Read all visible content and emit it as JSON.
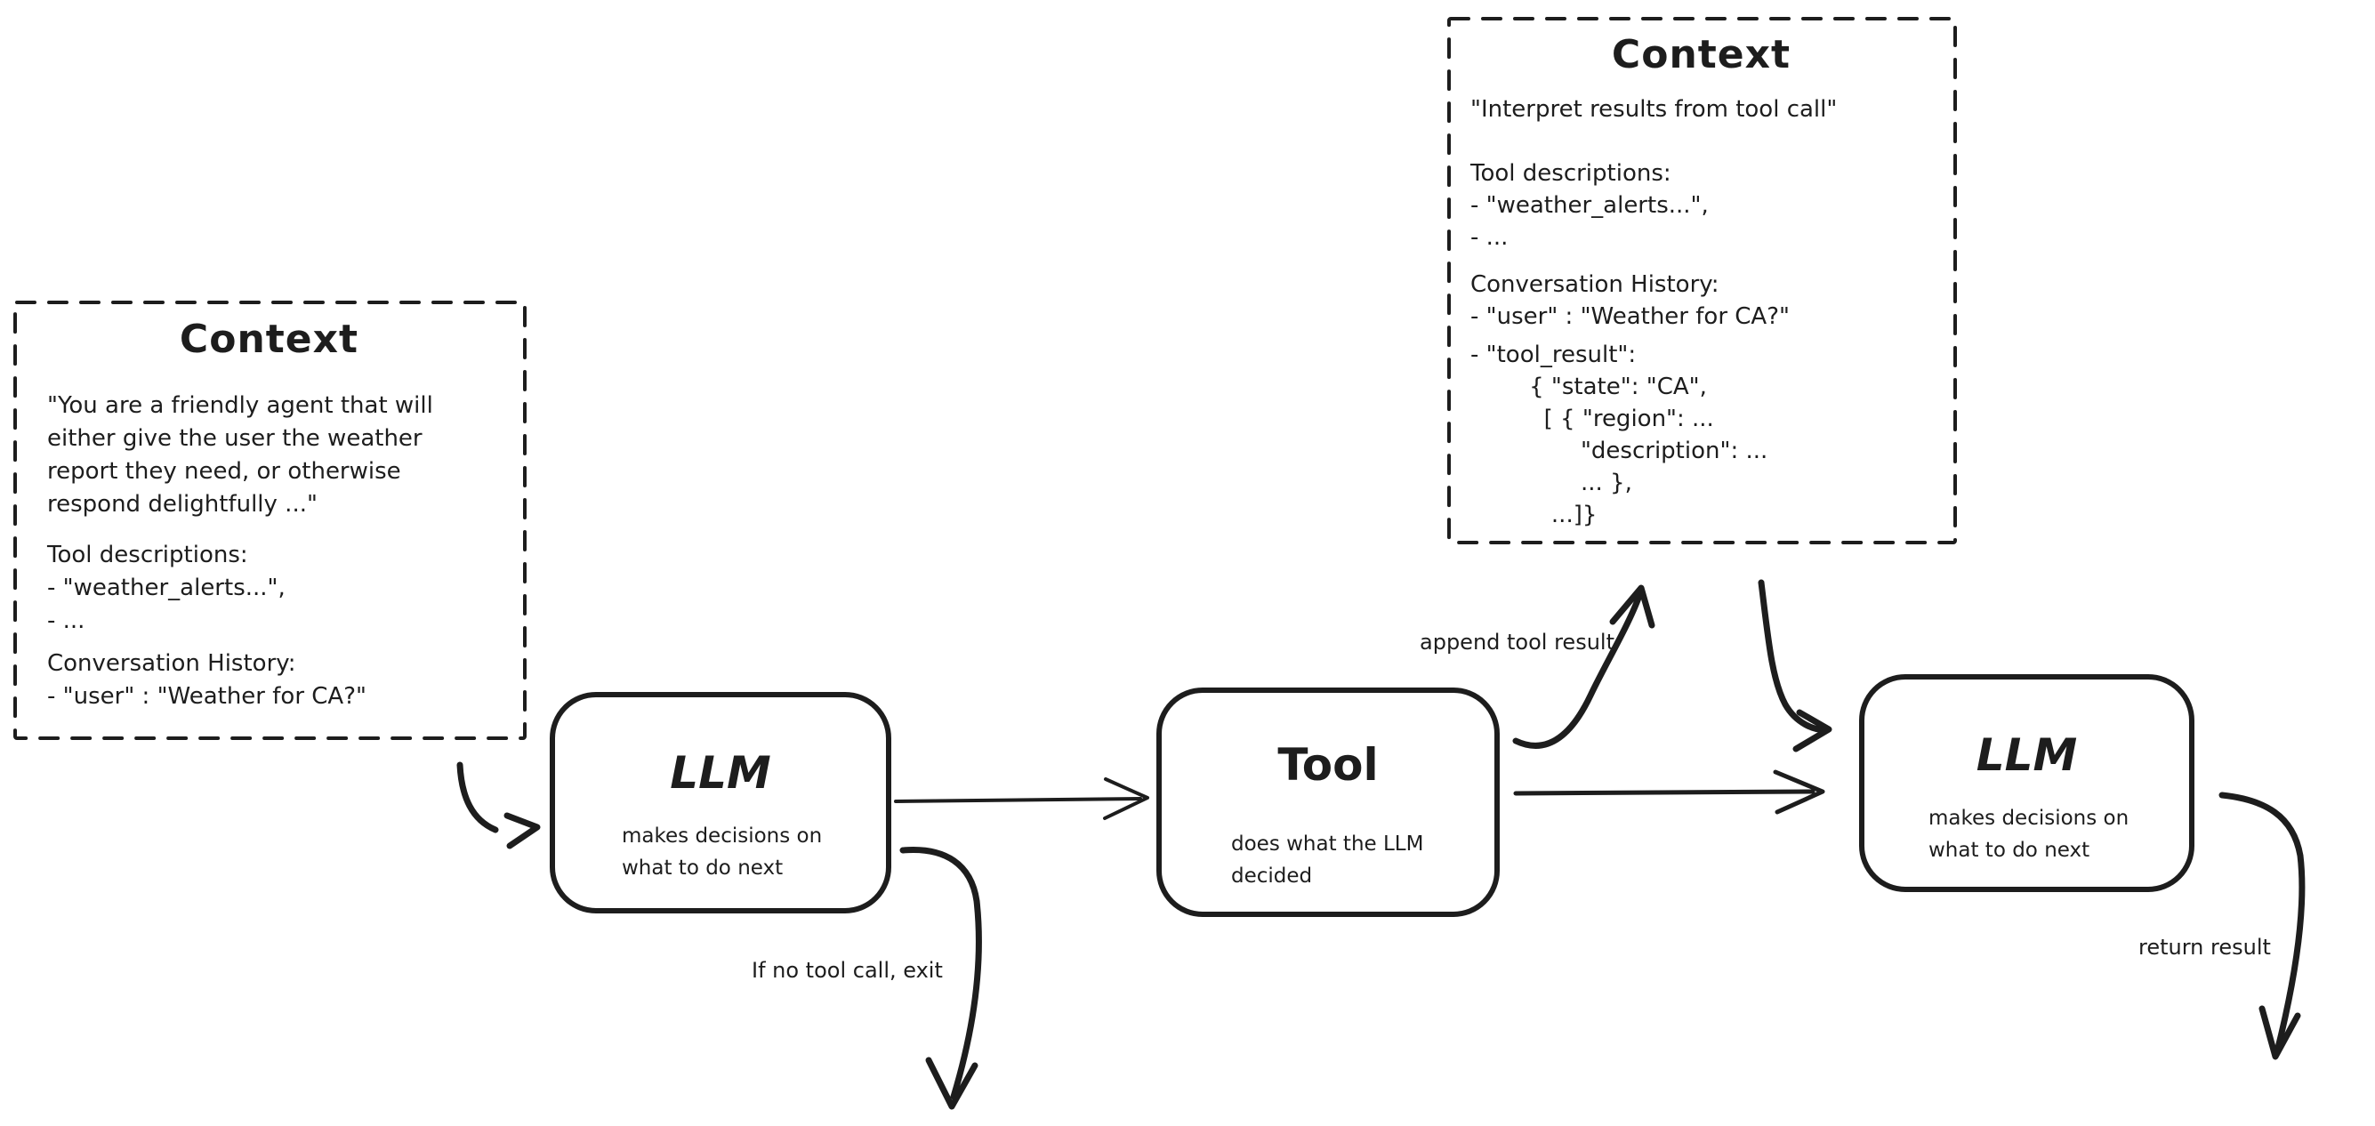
{
  "colors": {
    "ink": "#1d1d1d",
    "background": "#ffffff"
  },
  "context_left": {
    "title": "Context",
    "paragraphs": {
      "system_prompt": [
        "\"You are a friendly agent that will",
        "either give the user the weather",
        "report they need, or otherwise",
        "respond delightfully ...\""
      ],
      "tool_descriptions": [
        "Tool descriptions:",
        "- \"weather_alerts...\",",
        "- ..."
      ],
      "conversation_history": [
        "Conversation History:",
        "- \"user\" : \"Weather for CA?\""
      ]
    }
  },
  "context_top": {
    "title": "Context",
    "paragraphs": {
      "system_prompt": [
        "\"Interpret results from tool call\""
      ],
      "tool_descriptions": [
        "Tool descriptions:",
        "- \"weather_alerts...\",",
        "- ..."
      ],
      "conversation_history": [
        "Conversation History:",
        "- \"user\" : \"Weather for CA?\""
      ],
      "tool_result": [
        "- \"tool_result\":",
        "        { \"state\": \"CA\",",
        "          [ { \"region\": ...",
        "               \"description\": ...",
        "               ... },",
        "           ...]}"
      ]
    }
  },
  "nodes": {
    "llm1": {
      "title": "LLM",
      "subtitle": [
        "makes decisions on",
        "what to do next"
      ]
    },
    "tool": {
      "title": "Tool",
      "subtitle": [
        "does what the LLM",
        "decided"
      ]
    },
    "llm2": {
      "title": "LLM",
      "subtitle": [
        "makes decisions on",
        "what to do next"
      ]
    }
  },
  "edge_labels": {
    "append_tool_result": "append tool result",
    "if_no_tool_call": "If no tool call, exit",
    "return_result": "return result"
  }
}
